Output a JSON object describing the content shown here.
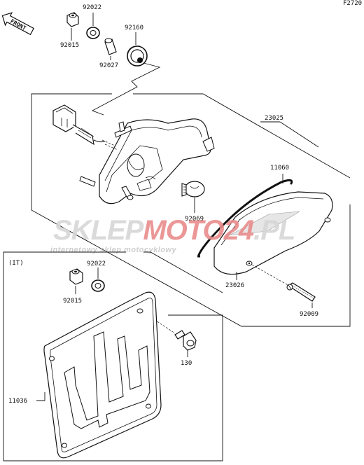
{
  "diagram_code": "F2720",
  "front_arrow_label": "FRONT",
  "watermark": {
    "brand_a": "SKLEP",
    "brand_b": "MOTO",
    "brand_c": "24",
    "brand_d": ".PL",
    "tagline": "internetowy sklep motocyklowy",
    "color_gray": "#d0d0d0",
    "color_red": "#e87878"
  },
  "parts": {
    "p92015_top": "92015",
    "p92022_top": "92022",
    "p92160": "92160",
    "p92027": "92027",
    "p23025": "23025",
    "p11060": "11060",
    "p92069": "92069",
    "p23026": "23026",
    "p92009": "92009",
    "it_marker": "(IT)",
    "p92022_bottom": "92022",
    "p92015_bottom": "92015",
    "p130": "130",
    "p11036": "11036"
  }
}
